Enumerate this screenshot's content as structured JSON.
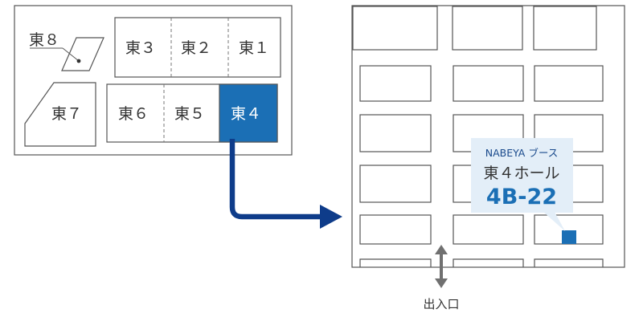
{
  "overview": {
    "halls": [
      {
        "id": "east8",
        "label": "東８"
      },
      {
        "id": "east7",
        "label": "東７"
      },
      {
        "id": "east6",
        "label": "東６"
      },
      {
        "id": "east5",
        "label": "東５"
      },
      {
        "id": "east4",
        "label": "東４",
        "highlighted": true
      },
      {
        "id": "east3",
        "label": "東３"
      },
      {
        "id": "east2",
        "label": "東２"
      },
      {
        "id": "east1",
        "label": "東１"
      }
    ]
  },
  "detail": {
    "booth_marker_color": "#1b6fb5",
    "callout": {
      "booth_title": "NABEYA ブース",
      "hall": "東４ホール",
      "booth_code": "4B-22"
    },
    "entrance_label": "出入口"
  },
  "colors": {
    "highlight": "#1b6fb5",
    "arrow": "#0e3c8a",
    "callout_bg": "#e3eef8",
    "entrance_arrow": "#707070",
    "outline": "#555555"
  }
}
